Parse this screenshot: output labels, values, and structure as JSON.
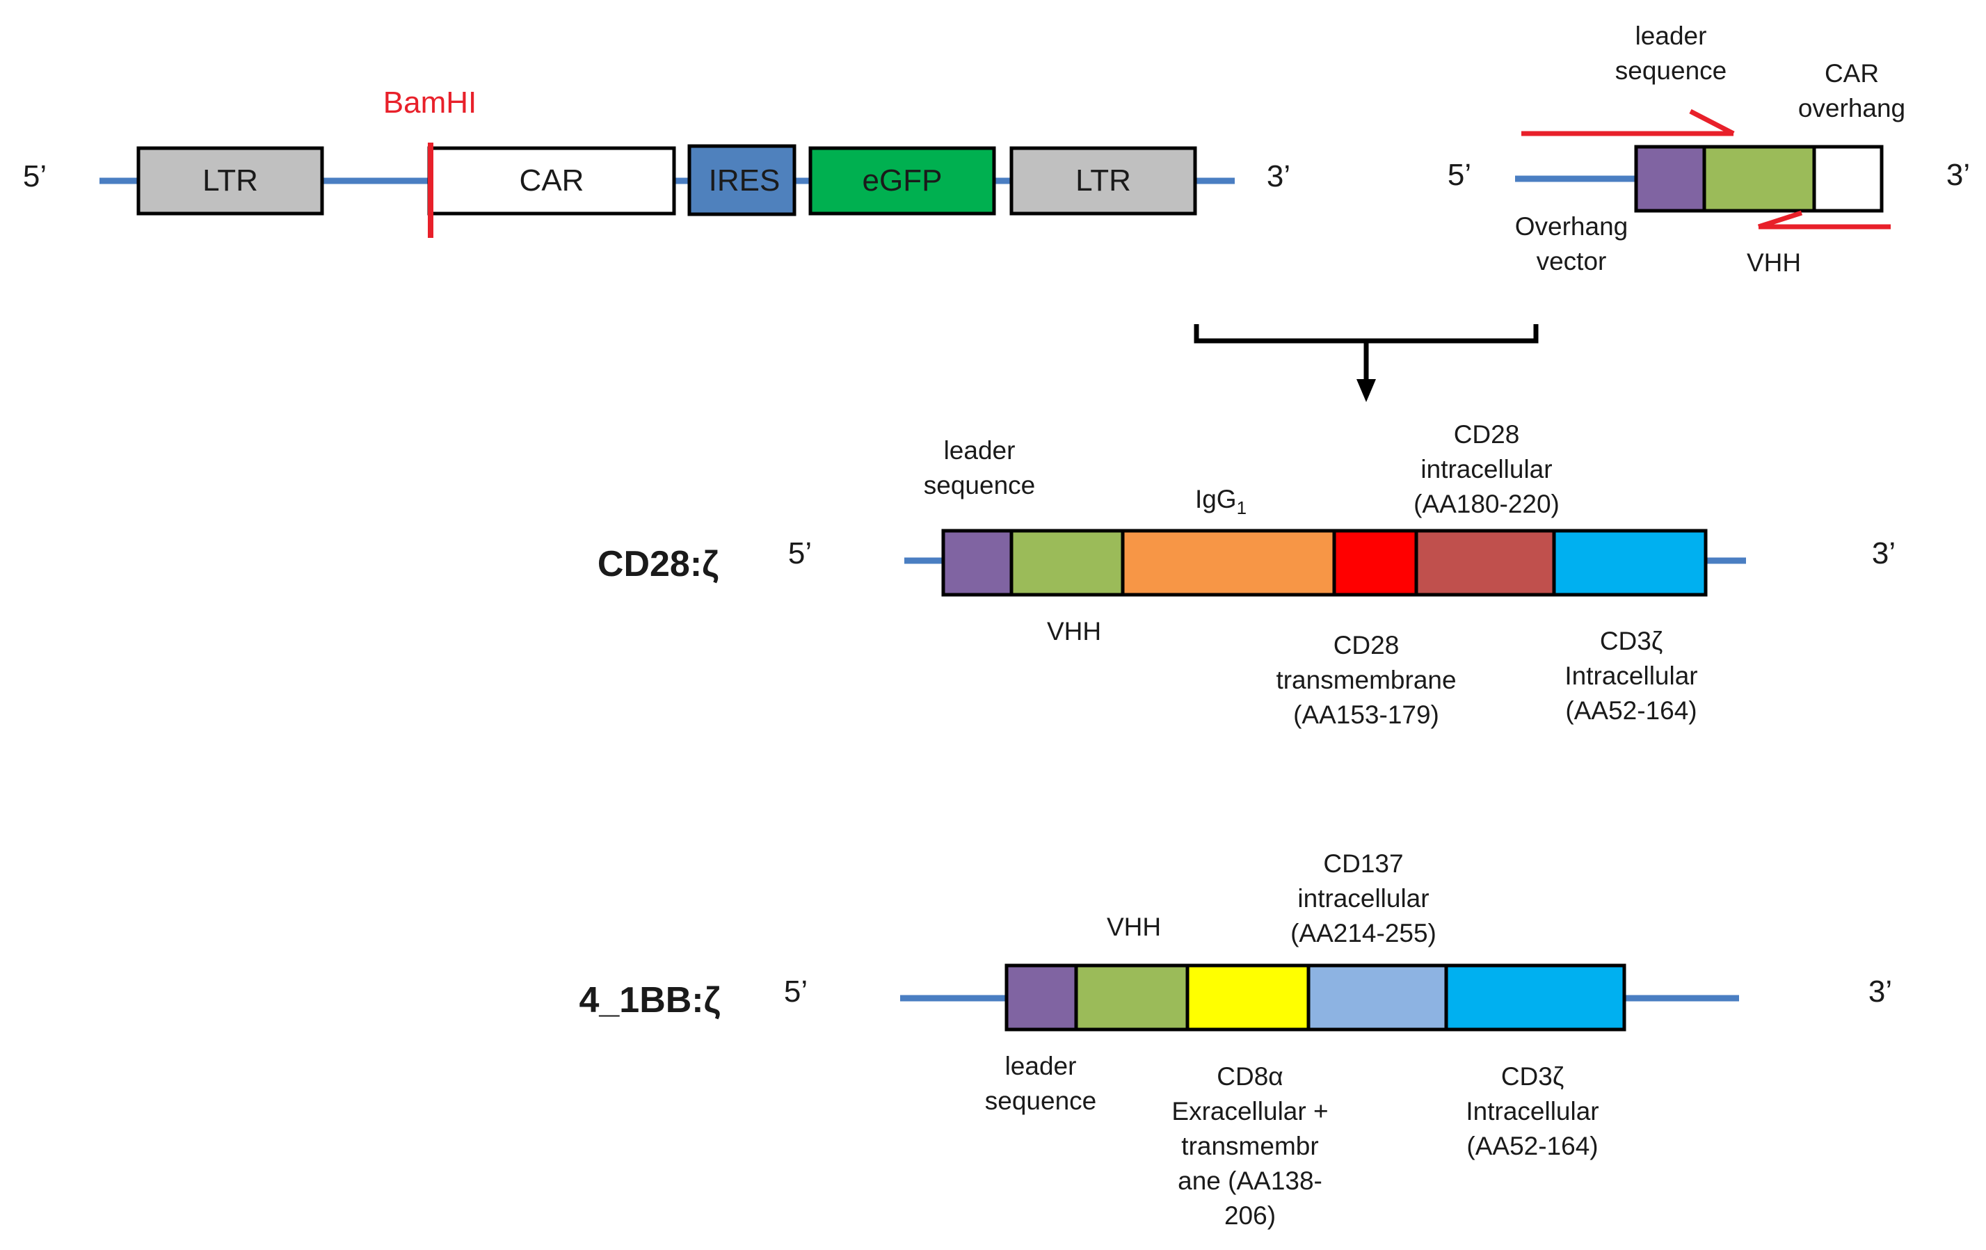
{
  "colors": {
    "backbone": "#4a7ec2",
    "gray": "#c0c0c0",
    "ires": "#4f81bd",
    "egfp": "#00b050",
    "leader": "#8064a2",
    "vhh": "#9bbb59",
    "igg1": "#f79646",
    "cd28_tm": "#ff0000",
    "cd28_ic": "#c0504d",
    "cd3z": "#00b0f0",
    "cd8a": "#ffff00",
    "cd137": "#8db3e2",
    "red": "#e8202a"
  },
  "vector": {
    "five_prime": "5’",
    "three_prime": "3’",
    "ltr_left": "LTR",
    "car": "CAR",
    "ires": "IRES",
    "egfp": "eGFP",
    "ltr_right": "LTR",
    "bamhi": "BamHI"
  },
  "insert": {
    "five_prime": "5’",
    "three_prime": "3’",
    "leader_line1": "leader",
    "leader_line2": "sequence",
    "car_overhang_line1": "CAR",
    "car_overhang_line2": "overhang",
    "overhang_vector_line1": "Overhang",
    "overhang_vector_line2": "vector",
    "vhh": "VHH"
  },
  "cd28z": {
    "name": "CD28:ζ",
    "five_prime": "5’",
    "three_prime": "3’",
    "leader_line1": "leader",
    "leader_line2": "sequence",
    "igg1": "IgG",
    "igg1_sub": "1",
    "cd28_ic_line1": "CD28",
    "cd28_ic_line2": "intracellular",
    "cd28_ic_line3": "(AA180-220)",
    "vhh": "VHH",
    "cd28_tm_line1": "CD28",
    "cd28_tm_line2": "transmembrane",
    "cd28_tm_line3": "(AA153-179)",
    "cd3z_line1": "CD3ζ",
    "cd3z_line2": "Intracellular",
    "cd3z_line3": "(AA52-164)"
  },
  "bb4z": {
    "name": "4_1BB:ζ",
    "five_prime": "5’",
    "three_prime": "3’",
    "vhh": "VHH",
    "cd137_line1": "CD137",
    "cd137_line2": "intracellular",
    "cd137_line3": "(AA214-255)",
    "leader_line1": "leader",
    "leader_line2": "sequence",
    "cd8a_line1": "CD8α",
    "cd8a_line2": "Exracellular +",
    "cd8a_line3": "transmembr",
    "cd8a_line4": "ane (AA138-",
    "cd8a_line5": "206)",
    "cd3z_line1": "CD3ζ",
    "cd3z_line2": "Intracellular",
    "cd3z_line3": "(AA52-164)"
  }
}
